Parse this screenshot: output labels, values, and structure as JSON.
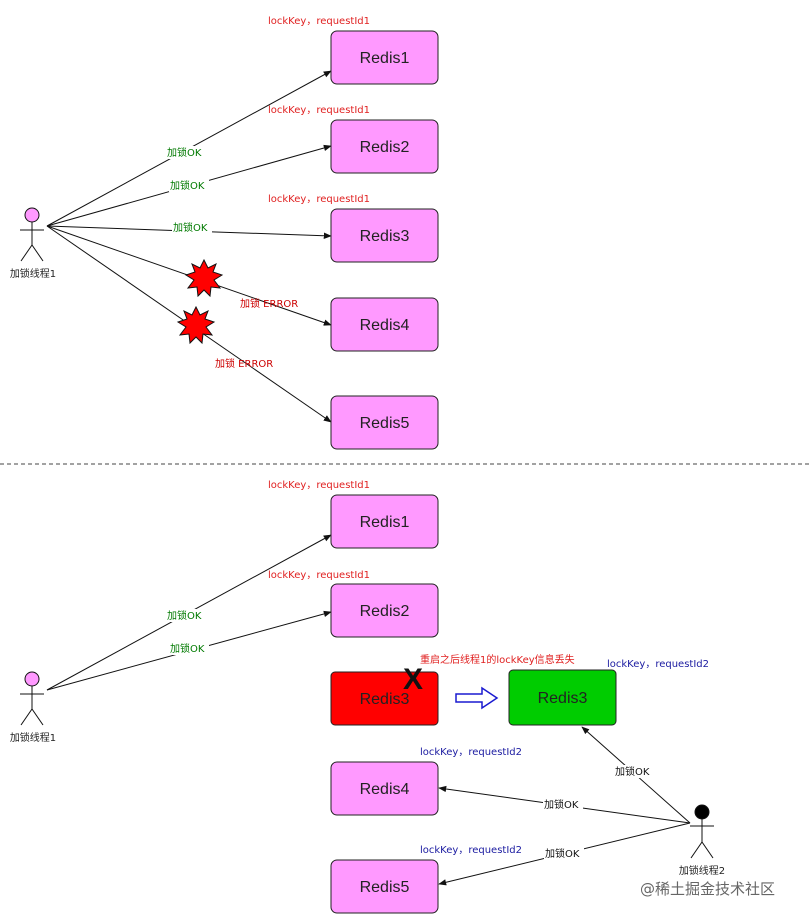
{
  "colors": {
    "node_pink": "#ff99ff",
    "node_red": "#ff0000",
    "node_green": "#00cc00",
    "note_red": "#e02020",
    "note_blue": "#1a1aa0",
    "label_green": "#007a00",
    "label_red": "#cc0000",
    "label_black": "#111111"
  },
  "top": {
    "actor": "加锁线程1",
    "nodes": [
      "Redis1",
      "Redis2",
      "Redis3",
      "Redis4",
      "Redis5"
    ],
    "notes": [
      "lockKey，requestId1",
      "lockKey，requestId1",
      "lockKey，requestId1"
    ],
    "edge_labels": [
      "加锁OK",
      "加锁OK",
      "加锁OK",
      "加锁 ERROR",
      "加锁 ERROR"
    ]
  },
  "bottom": {
    "actor1": "加锁线程1",
    "actor2": "加锁线程2",
    "nodes": [
      "Redis1",
      "Redis2",
      "Redis3",
      "Redis3",
      "Redis4",
      "Redis5"
    ],
    "notes_thread1": [
      "lockKey，requestId1",
      "lockKey，requestId1"
    ],
    "notes_thread2": [
      "lockKey，requestId2",
      "lockKey，requestId2",
      "lockKey，requestId2"
    ],
    "restart_note": "重启之后线程1的lockKey信息丢失",
    "crash_mark": "X",
    "edge_labels_thread1": [
      "加锁OK",
      "加锁OK"
    ],
    "edge_labels_thread2": [
      "加锁OK",
      "加锁OK",
      "加锁OK"
    ]
  },
  "watermark": "@稀土掘金技术社区"
}
